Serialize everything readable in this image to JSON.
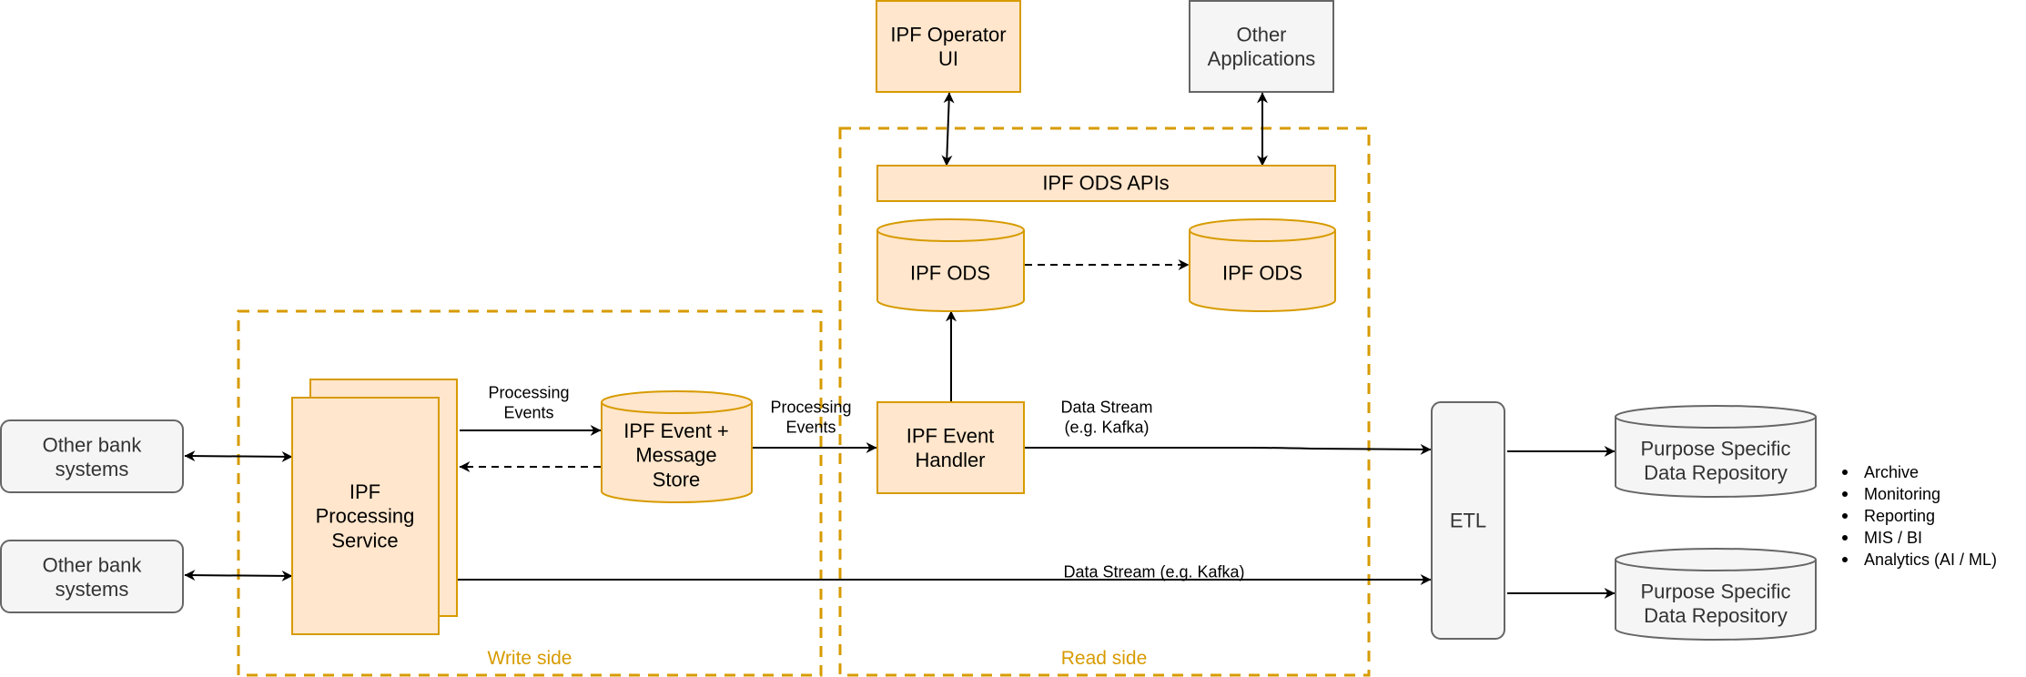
{
  "colors": {
    "orange_fill": "#ffe6cc",
    "orange_stroke": "#d79b00",
    "grey_fill": "#f5f5f5",
    "grey_stroke": "#666666",
    "grey_text": "#333333",
    "group_border": "#d79b00",
    "group_label": "#d79b00",
    "line": "#000000"
  },
  "groups": {
    "write_side": "Write side",
    "read_side": "Read side"
  },
  "nodes": {
    "other_bank_1": [
      "Other bank",
      "systems"
    ],
    "other_bank_2": [
      "Other bank",
      "systems"
    ],
    "processing_service": [
      "IPF",
      "Processing",
      "Service"
    ],
    "event_store": [
      "IPF Event +",
      "Message",
      "Store"
    ],
    "event_handler": [
      "IPF Event",
      "Handler"
    ],
    "ods_left": [
      "IPF ODS"
    ],
    "ods_right": [
      "IPF ODS"
    ],
    "ods_apis": [
      "IPF ODS APIs"
    ],
    "operator_ui": [
      "IPF Operator",
      "UI"
    ],
    "other_apps": [
      "Other",
      "Applications"
    ],
    "etl": [
      "ETL"
    ],
    "repo_1": [
      "Purpose Specific",
      "Data Repository"
    ],
    "repo_2": [
      "Purpose Specific",
      "Data Repository"
    ]
  },
  "edge_labels": {
    "processing_events_1": [
      "Processing",
      "Events"
    ],
    "processing_events_2": [
      "Processing",
      "Events"
    ],
    "data_stream_1": [
      "Data Stream",
      "(e.g. Kafka)"
    ],
    "data_stream_2": [
      "Data Stream (e.g. Kafka)"
    ]
  },
  "uses": [
    "Archive",
    "Monitoring",
    "Reporting",
    "MIS / BI",
    "Analytics (AI / ML)"
  ]
}
